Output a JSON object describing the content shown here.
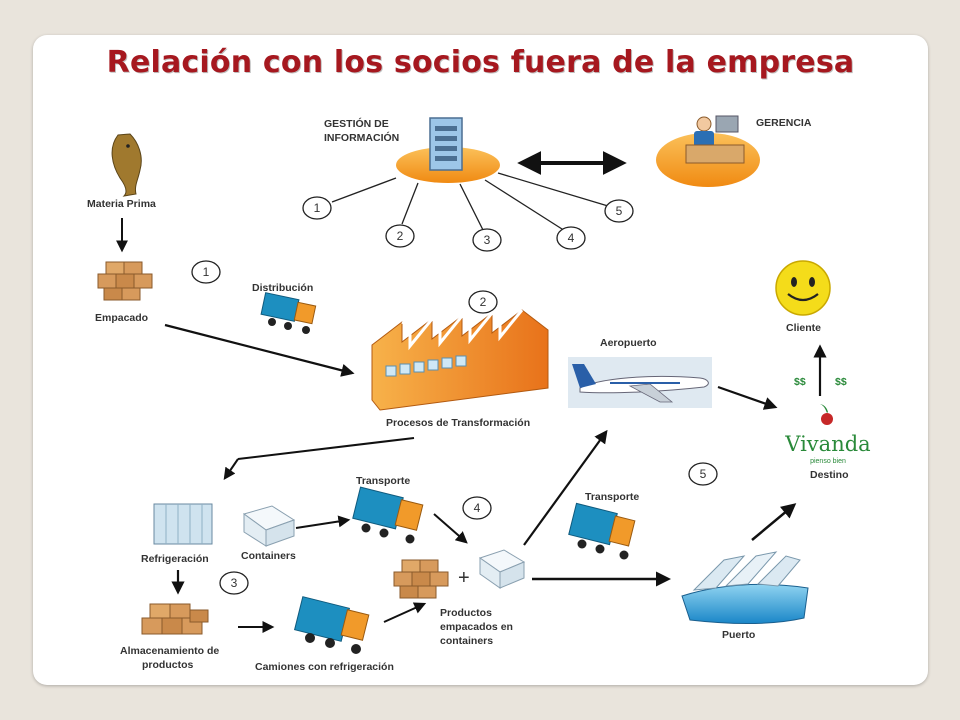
{
  "title": "Relación con los socios fuera de la empresa",
  "colors": {
    "title": "#a6181f",
    "orange": "#f59a1f",
    "truck_blue": "#1d8fc0",
    "arrow": "#111111"
  },
  "labels": {
    "gestion_line1": "GESTIÓN DE",
    "gestion_line2": "INFORMACIÓN",
    "gerencia": "GERENCIA",
    "materia_prima": "Materia Prima",
    "empacado": "Empacado",
    "distribucion": "Distribución",
    "procesos": "Procesos de Transformación",
    "aeropuerto": "Aeropuerto",
    "cliente": "Cliente",
    "money_left": "$$",
    "money_right": "$$",
    "vivanda": "Vivanda",
    "vivanda_sub": "pienso bien",
    "destino": "Destino",
    "refrigeracion": "Refrigeración",
    "containers": "Containers",
    "transporte_1": "Transporte",
    "transporte_2": "Transporte",
    "almacenamiento_line1": "Almacenamiento de",
    "almacenamiento_line2": "productos",
    "camiones": "Camiones con refrigeración",
    "plus": "+",
    "productos_line1": "Productos",
    "productos_line2": "empacados en",
    "productos_line3": "containers",
    "puerto": "Puerto"
  },
  "hub_numbers": [
    "1",
    "2",
    "3",
    "4",
    "5"
  ],
  "step_numbers": {
    "n1": "1",
    "n2": "2",
    "n3": "3",
    "n4": "4",
    "n5": "5"
  },
  "icons": [
    "server-icon",
    "manager-at-desk-icon",
    "fish-icon",
    "boxes-icon",
    "delivery-truck-icon",
    "factory-icon",
    "airplane-icon",
    "smiley-icon",
    "vivanda-logo",
    "cold-storage-icon",
    "container-icon",
    "ship-icon"
  ]
}
